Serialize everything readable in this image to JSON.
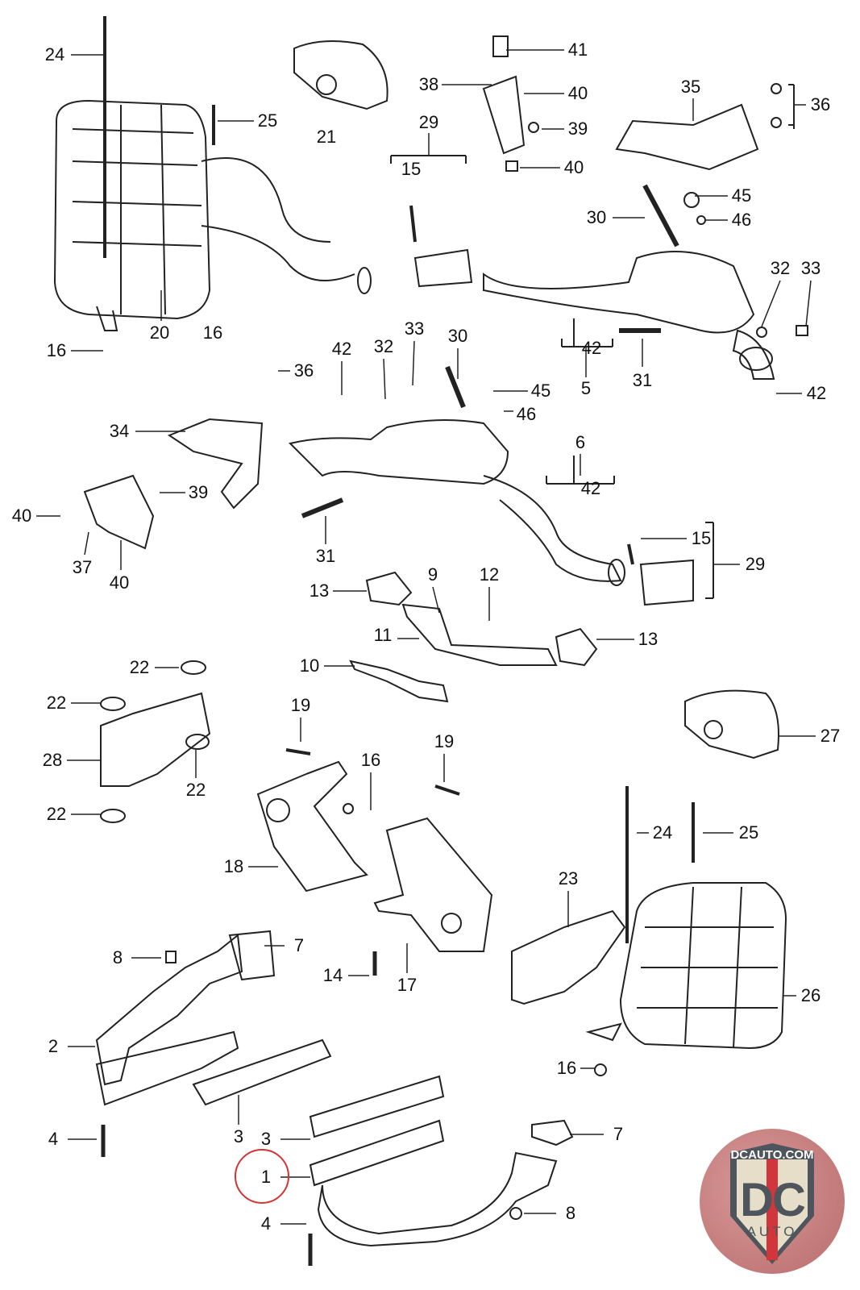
{
  "callouts": [
    "24",
    "21",
    "41",
    "38",
    "40",
    "39",
    "40",
    "35",
    "36",
    "25",
    "29",
    "15",
    "30",
    "45",
    "46",
    "32",
    "33",
    "20",
    "16",
    "16",
    "42",
    "5",
    "31",
    "42",
    "42",
    "32",
    "33",
    "30",
    "45",
    "46",
    "36",
    "34",
    "6",
    "42",
    "40",
    "39",
    "37",
    "40",
    "31",
    "15",
    "29",
    "13",
    "9",
    "12",
    "11",
    "10",
    "13",
    "22",
    "22",
    "28",
    "22",
    "22",
    "19",
    "16",
    "19",
    "27",
    "24",
    "25",
    "18",
    "23",
    "8",
    "7",
    "14",
    "17",
    "26",
    "2",
    "16",
    "3",
    "3",
    "4",
    "7",
    "1",
    "4",
    "8"
  ],
  "selected_callout": "1",
  "highlight_color": "#d33333",
  "logo": {
    "top_text": "DCAUTO.COM",
    "main_text": "DC",
    "sub_text": "AUTO"
  }
}
